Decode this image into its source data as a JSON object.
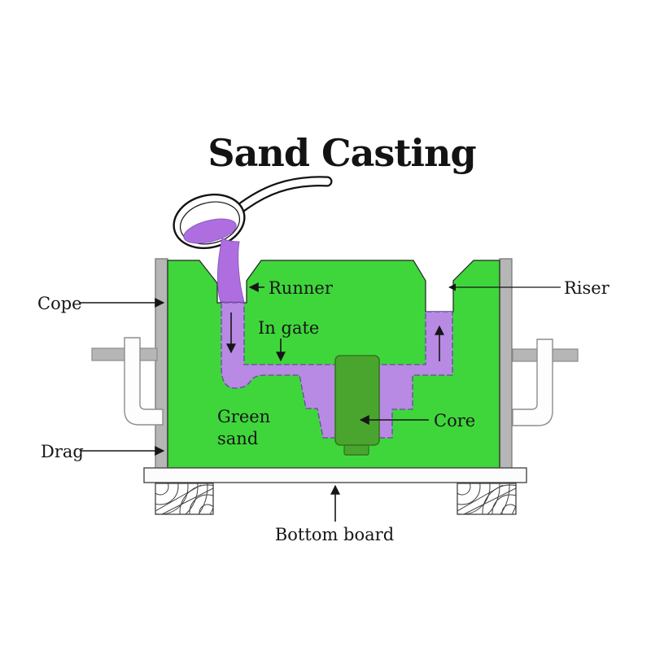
{
  "title": "Sand Casting",
  "diagram": {
    "labels": {
      "cope": "Cope",
      "drag": "Drag",
      "runner": "Runner",
      "in_gate": "In gate",
      "green_sand_line1": "Green",
      "green_sand_line2": "sand",
      "core": "Core",
      "riser": "Riser",
      "bottom_board": "Bottom board"
    },
    "colors": {
      "sand_green": "#3fd63c",
      "molten_metal_purple": "#b88ae4",
      "ladle_metal_purple": "#ae6ee0",
      "core_dark_green": "#49a52e",
      "flask_wall_gray": "#b6b6b6",
      "board_white": "#fcfcfc"
    }
  }
}
